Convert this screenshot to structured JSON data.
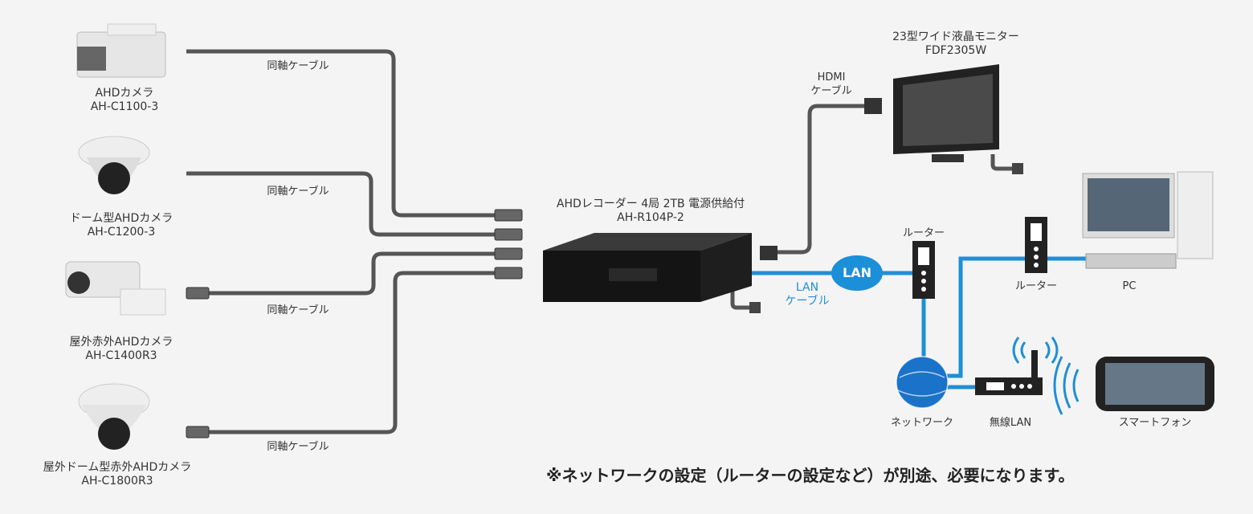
{
  "cameras": [
    {
      "name": "AHDカメラ",
      "model": "AH-C1100-3"
    },
    {
      "name": "ドーム型AHDカメラ",
      "model": "AH-C1200-3"
    },
    {
      "name": "屋外赤外AHDカメラ",
      "model": "AH-C1400R3"
    },
    {
      "name": "屋外ドーム型赤外AHDカメラ",
      "model": "AH-C1800R3"
    }
  ],
  "coax_label": "同軸ケーブル",
  "recorder": {
    "name": "AHDレコーダー 4局 2TB 電源供給付",
    "model": "AH-R104P-2"
  },
  "monitor": {
    "name": "23型ワイド液晶モニター",
    "model": "FDF2305W"
  },
  "hdmi": {
    "line1": "HDMI",
    "line2": "ケーブル"
  },
  "lan_cable": {
    "line1": "LAN",
    "line2": "ケーブル"
  },
  "lan_bubble": "LAN",
  "router_top": "ルーター",
  "router_right": "ルーター",
  "pc": "PC",
  "network": "ネットワーク",
  "wireless_lan": "無線LAN",
  "smartphone": "スマートフォン",
  "note": "※ネットワークの設定（ルーターの設定など）が別途、必要になります。",
  "colors": {
    "cable": "#555555",
    "lan": "#1f8fd6",
    "bubble": "#1b8fd8"
  }
}
